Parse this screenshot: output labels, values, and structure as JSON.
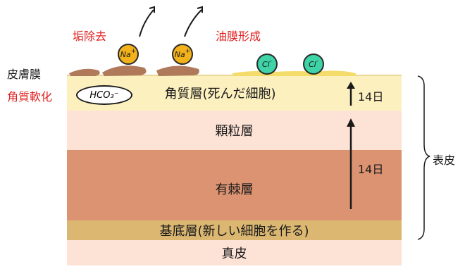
{
  "labels": {
    "scale_removal": "垢除去",
    "oil_film": "油膜形成",
    "sebum_film": "皮膚膜",
    "keratin_softening": "角質軟化",
    "epidermis": "表皮"
  },
  "ions": {
    "na1": "Na",
    "na2": "Na",
    "cl1": "Cl",
    "cl2": "Cl",
    "na_charge": "+",
    "cl_charge": "-",
    "hco3": "HCO₃⁻"
  },
  "layers": {
    "corneum": "角質層(死んだ細胞)",
    "granulosum": "顆粒層",
    "spinosum": "有棘層",
    "basale": "基底層(新しい細胞を作る)",
    "dermis": "真皮"
  },
  "durations": {
    "corneum_days": "14日",
    "lower_days": "14日"
  },
  "colors": {
    "corneum": "#fdf0bf",
    "granulosum": "#fde3d6",
    "spinosum": "#dc9372",
    "basale": "#dbb772",
    "dermis": "#fde2d6",
    "sebum": "#b07a5a",
    "oil": "#f3dc6a",
    "red_text": "#e02020"
  }
}
